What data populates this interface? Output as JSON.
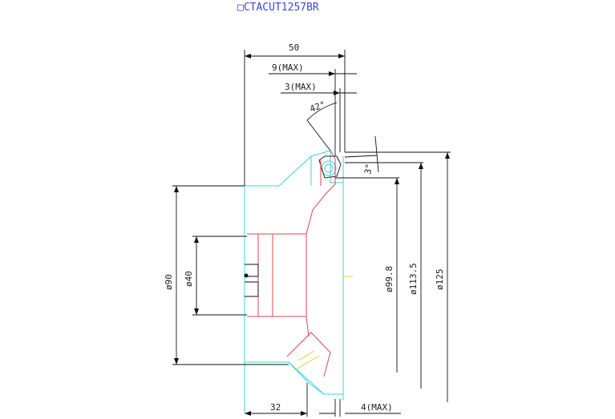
{
  "drawing": {
    "title": "□CTACUT1257BR",
    "dimensions": {
      "top_overall": "50",
      "top_max_9": "9(MAX)",
      "top_max_3": "3(MAX)",
      "angle_42": "42°",
      "angle_3": "3°",
      "left_phi90": "ø90",
      "left_phi40": "ø40",
      "right_phi99_8": "ø99.8",
      "right_phi113_5": "ø113.5",
      "right_phi125": "ø125",
      "bottom_32": "32",
      "bottom_max_4": "4(MAX)"
    },
    "colors": {
      "title": "#3b46e0",
      "dimension": "#111111",
      "cyan": "#3fd0e0",
      "red": "#e0454f",
      "yellow": "#e0d040"
    }
  }
}
